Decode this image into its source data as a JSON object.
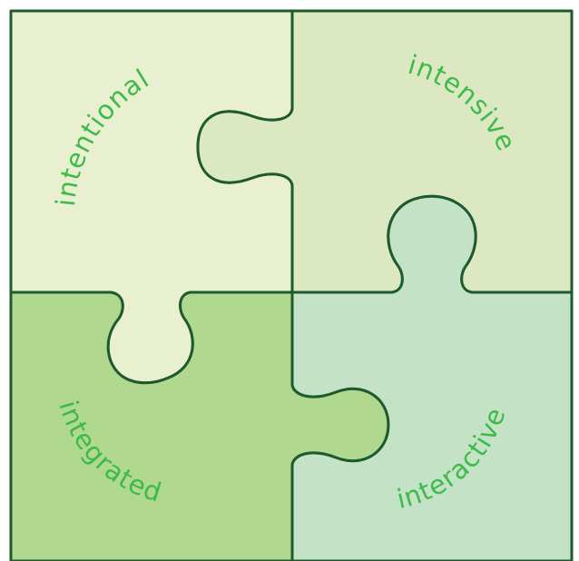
{
  "diagram": {
    "pieces": [
      {
        "id": "top-left",
        "label": "intentional",
        "fill": "#e8f0d0"
      },
      {
        "id": "top-right",
        "label": "intensive",
        "fill": "#dce8c2"
      },
      {
        "id": "bottom-left",
        "label": "integrated",
        "fill": "#b1d88f"
      },
      {
        "id": "bottom-right",
        "label": "interactive",
        "fill": "#c4e2c6"
      }
    ],
    "outline_color": "#1d5a2e",
    "text_color": "#3dbb4a"
  }
}
